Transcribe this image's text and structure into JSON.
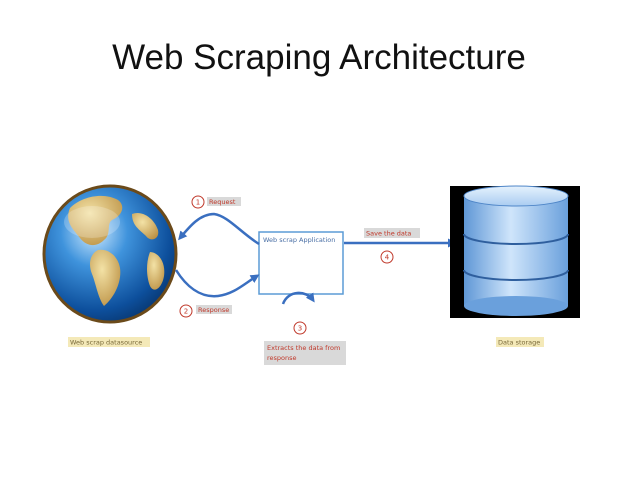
{
  "slide": {
    "title": "Web Scraping Architecture"
  },
  "nodes": {
    "datasource": {
      "caption": "Web scrap datasource"
    },
    "application": {
      "caption": "Web scrap Application"
    },
    "storage": {
      "caption": "Data storage"
    }
  },
  "steps": [
    {
      "number": "1",
      "label": "Request"
    },
    {
      "number": "2",
      "label": "Response"
    },
    {
      "number": "3",
      "label_line1": "Extracts the data from",
      "label_line2": "response"
    },
    {
      "number": "4",
      "label": "Save the data"
    }
  ],
  "colors": {
    "arrow": "#3a6fc0",
    "app_box_border": "#5b9bd5",
    "label_text": "#c0392b",
    "caption_highlight": "#f4e9b8",
    "label_highlight": "#d9d9d9",
    "database_body": "#7fb3e8",
    "database_frame": "#000000"
  },
  "icons": {
    "datasource": "globe-icon",
    "storage": "database-icon"
  }
}
